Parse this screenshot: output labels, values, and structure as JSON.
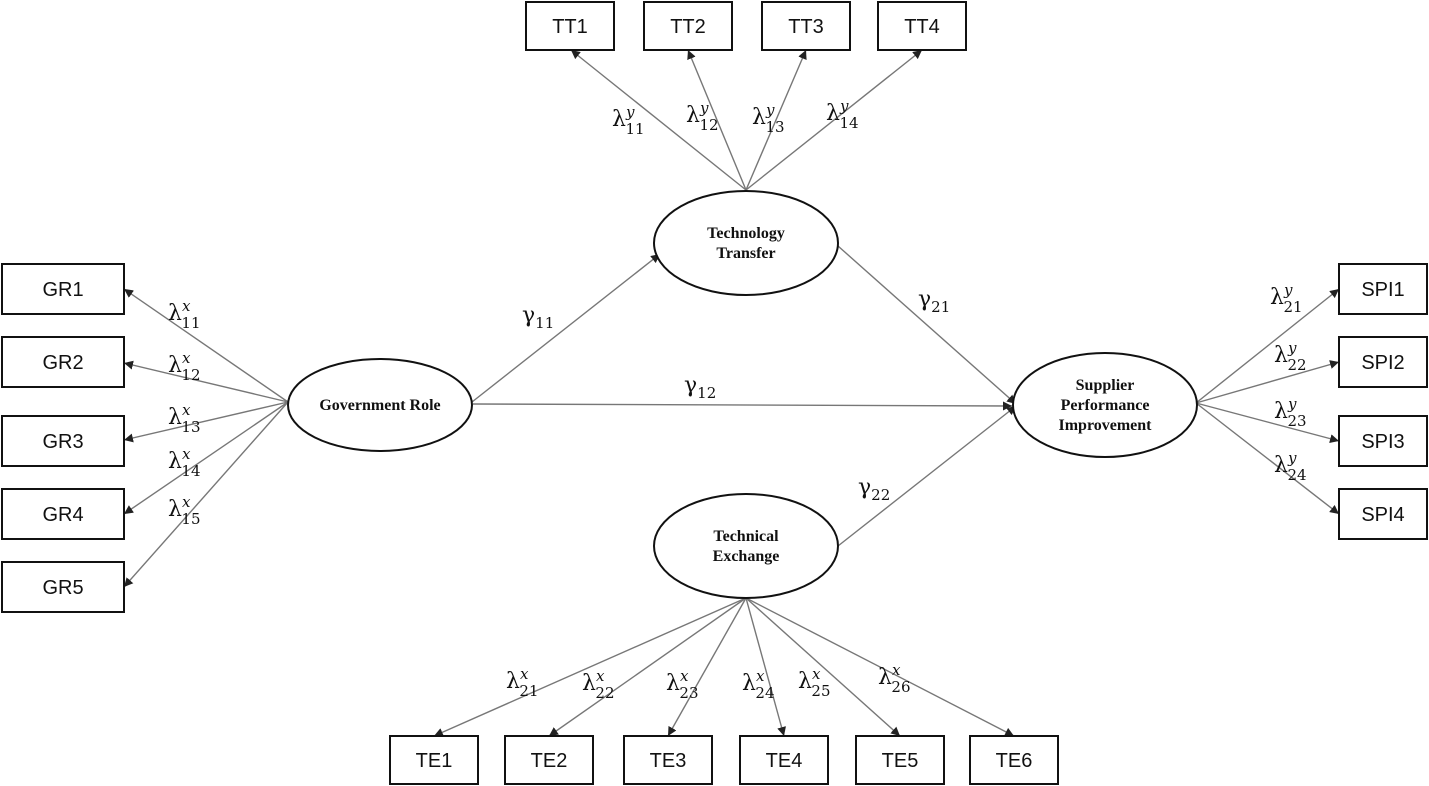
{
  "latents": {
    "GR": [
      "Government Role"
    ],
    "TT": [
      "Technology",
      "Transfer"
    ],
    "TE": [
      "Technical",
      "Exchange"
    ],
    "SPI": [
      "Supplier",
      "Performance",
      "Improvement"
    ]
  },
  "indicators": {
    "GR": [
      "GR1",
      "GR2",
      "GR3",
      "GR4",
      "GR5"
    ],
    "TT": [
      "TT1",
      "TT2",
      "TT3",
      "TT4"
    ],
    "TE": [
      "TE1",
      "TE2",
      "TE3",
      "TE4",
      "TE5",
      "TE6"
    ],
    "SPI": [
      "SPI1",
      "SPI2",
      "SPI3",
      "SPI4"
    ]
  },
  "loadings": {
    "GR": [
      {
        "sym": "λ",
        "sup": "x",
        "sub": "11"
      },
      {
        "sym": "λ",
        "sup": "x",
        "sub": "12"
      },
      {
        "sym": "λ",
        "sup": "x",
        "sub": "13"
      },
      {
        "sym": "λ",
        "sup": "x",
        "sub": "14"
      },
      {
        "sym": "λ",
        "sup": "x",
        "sub": "15"
      }
    ],
    "TT": [
      {
        "sym": "λ",
        "sup": "y",
        "sub": "11"
      },
      {
        "sym": "λ",
        "sup": "y",
        "sub": "12"
      },
      {
        "sym": "λ",
        "sup": "y",
        "sub": "13"
      },
      {
        "sym": "λ",
        "sup": "y",
        "sub": "14"
      }
    ],
    "TE": [
      {
        "sym": "λ",
        "sup": "x",
        "sub": "21"
      },
      {
        "sym": "λ",
        "sup": "x",
        "sub": "22"
      },
      {
        "sym": "λ",
        "sup": "x",
        "sub": "23"
      },
      {
        "sym": "λ",
        "sup": "x",
        "sub": "24"
      },
      {
        "sym": "λ",
        "sup": "x",
        "sub": "25"
      },
      {
        "sym": "λ",
        "sup": "x",
        "sub": "26"
      }
    ],
    "SPI": [
      {
        "sym": "λ",
        "sup": "y",
        "sub": "21"
      },
      {
        "sym": "λ",
        "sup": "y",
        "sub": "22"
      },
      {
        "sym": "λ",
        "sup": "y",
        "sub": "23"
      },
      {
        "sym": "λ",
        "sup": "y",
        "sub": "24"
      }
    ]
  },
  "paths": {
    "g11": {
      "sym": "γ",
      "sub": "11"
    },
    "g12": {
      "sym": "γ",
      "sub": "12"
    },
    "g21": {
      "sym": "γ",
      "sub": "21"
    },
    "g22": {
      "sym": "γ",
      "sub": "22"
    }
  },
  "colors": {
    "stroke": "#111111",
    "edge": "#777777",
    "background": "#ffffff"
  }
}
